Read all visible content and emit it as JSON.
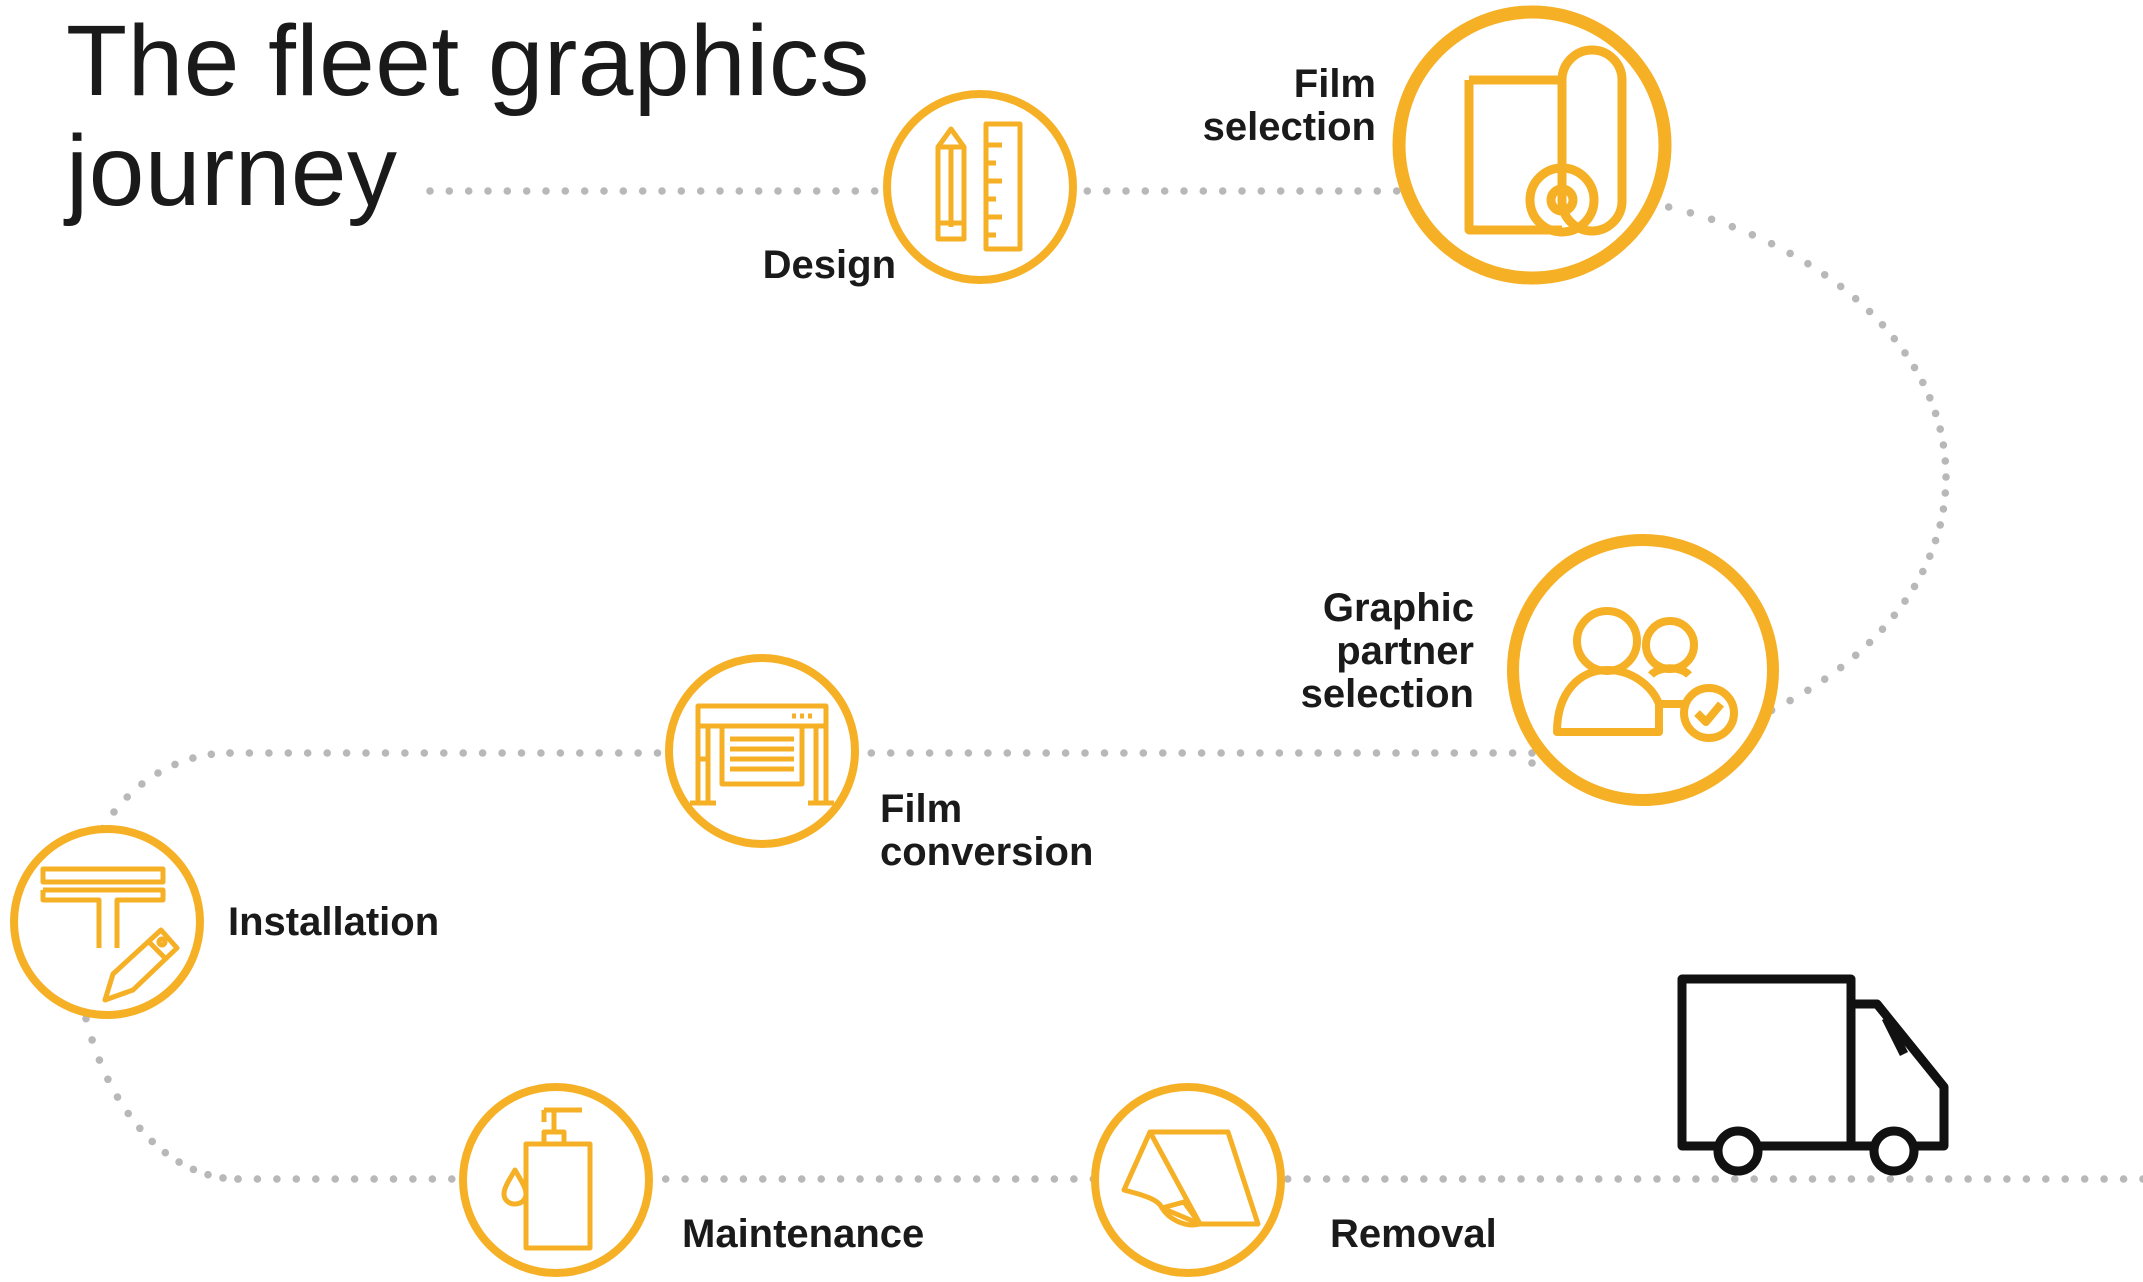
{
  "title": {
    "line1": "The fleet graphics",
    "line2": "journey"
  },
  "colors": {
    "accent": "#f6b025",
    "text": "#1a1a1a",
    "dots": "#b8b8b8",
    "truck": "#111111"
  },
  "steps": [
    {
      "id": "design",
      "lines": [
        "Design"
      ],
      "icon": "pencil-ruler-icon"
    },
    {
      "id": "film-selection",
      "lines": [
        "Film",
        "selection"
      ],
      "icon": "film-roll-icon"
    },
    {
      "id": "graphic-partner-selection",
      "lines": [
        "Graphic",
        "partner",
        "selection"
      ],
      "icon": "people-check-icon"
    },
    {
      "id": "film-conversion",
      "lines": [
        "Film",
        "conversion"
      ],
      "icon": "printer-icon"
    },
    {
      "id": "installation",
      "lines": [
        "Installation"
      ],
      "icon": "squeegee-cutter-icon"
    },
    {
      "id": "maintenance",
      "lines": [
        "Maintenance"
      ],
      "icon": "soap-bottle-icon"
    },
    {
      "id": "removal",
      "lines": [
        "Removal"
      ],
      "icon": "peeling-film-icon"
    }
  ],
  "vehicle": {
    "icon": "truck-icon"
  }
}
